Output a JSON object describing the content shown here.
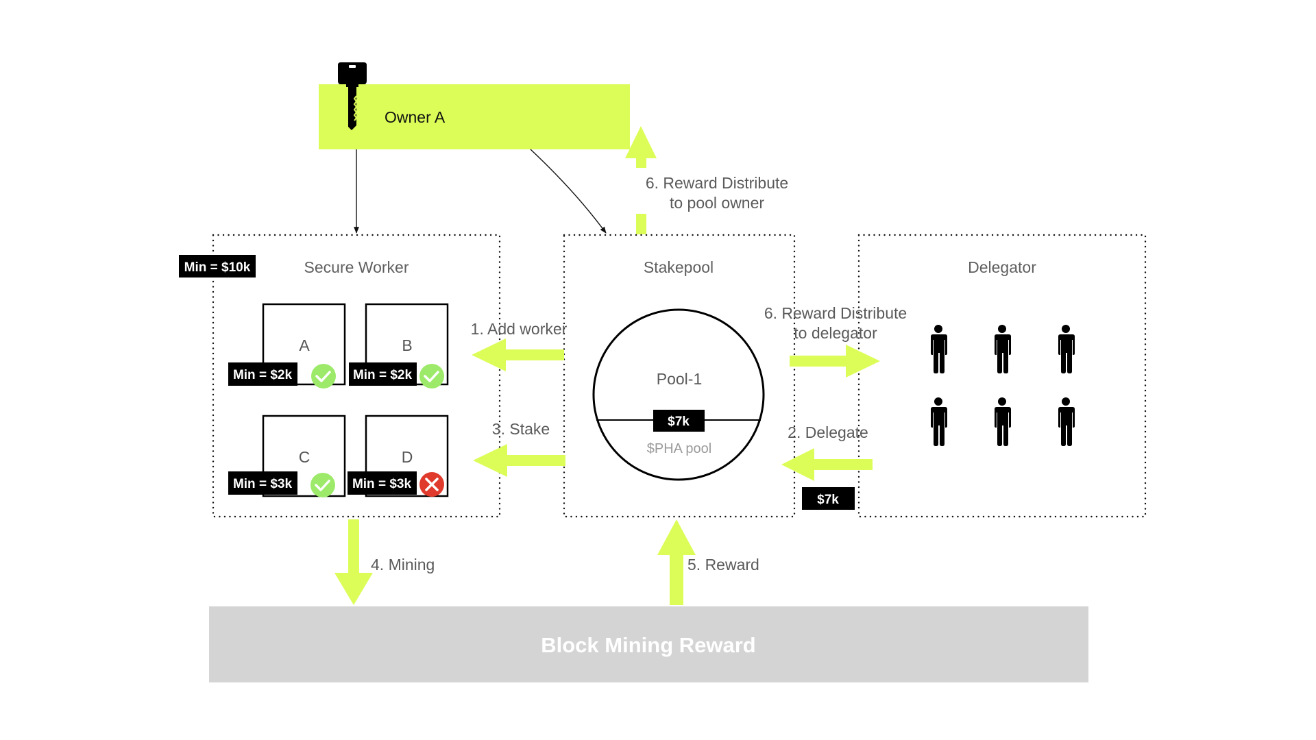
{
  "colors": {
    "accent_lime": "#dcfd58",
    "block_grey": "#d4d4d4",
    "check_green": "#9dea6a",
    "cross_red": "#e03a2c",
    "badge_black": "#000000",
    "label_grey": "#5a5a5a"
  },
  "owner": {
    "label": "Owner A",
    "icon": "key-icon"
  },
  "secure_worker": {
    "title": "Secure Worker",
    "min_badge": "Min = $10k",
    "workers": [
      {
        "id": "A",
        "min_badge": "Min = $2k",
        "status": "ok",
        "status_icon": "check-circle-icon"
      },
      {
        "id": "B",
        "min_badge": "Min = $2k",
        "status": "ok",
        "status_icon": "check-circle-icon"
      },
      {
        "id": "C",
        "min_badge": "Min = $3k",
        "status": "ok",
        "status_icon": "check-circle-icon"
      },
      {
        "id": "D",
        "min_badge": "Min = $3k",
        "status": "fail",
        "status_icon": "x-circle-icon"
      }
    ]
  },
  "stakepool": {
    "title": "Stakepool",
    "pool_name": "Pool-1",
    "pool_amount": "$7k",
    "pool_caption": "$PHA pool"
  },
  "delegator": {
    "title": "Delegator",
    "people_count": 6,
    "people_icon": "person-icon",
    "delegate_amount": "$7k"
  },
  "flows": {
    "add_worker": "1. Add worker",
    "delegate": "2. Delegate",
    "stake": "3. Stake",
    "mining": "4. Mining",
    "reward": "5. Reward",
    "distribute_owner_line1": "6. Reward Distribute",
    "distribute_owner_line2": "to pool owner",
    "distribute_delegator_line1": "6. Reward Distribute",
    "distribute_delegator_line2": "to delegator"
  },
  "block": {
    "label": "Block Mining Reward"
  }
}
